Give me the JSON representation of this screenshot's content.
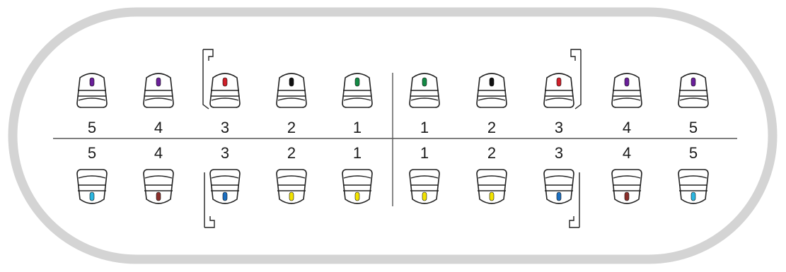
{
  "colors": {
    "frame": "#d4d4d4",
    "divider": "#555555",
    "bracket_stroke": "#222222",
    "purple": "#6a1f9a",
    "red": "#d0202a",
    "black": "#111111",
    "green": "#138a45",
    "cyan": "#2bb6e0",
    "brown": "#8a2e2a",
    "blue": "#1c6fc0",
    "yellow": "#f2e300"
  },
  "upper_arch": {
    "right_side": [
      {
        "number": "1",
        "dot_color": "green",
        "hook": false
      },
      {
        "number": "2",
        "dot_color": "black",
        "hook": false
      },
      {
        "number": "3",
        "dot_color": "red",
        "hook": true
      },
      {
        "number": "4",
        "dot_color": "purple",
        "hook": false
      },
      {
        "number": "5",
        "dot_color": "purple",
        "hook": false
      }
    ],
    "left_side": [
      {
        "number": "1",
        "dot_color": "green",
        "hook": false
      },
      {
        "number": "2",
        "dot_color": "black",
        "hook": false
      },
      {
        "number": "3",
        "dot_color": "red",
        "hook": true
      },
      {
        "number": "4",
        "dot_color": "purple",
        "hook": false
      },
      {
        "number": "5",
        "dot_color": "purple",
        "hook": false
      }
    ]
  },
  "lower_arch": {
    "right_side": [
      {
        "number": "1",
        "dot_color": "yellow",
        "hook": false
      },
      {
        "number": "2",
        "dot_color": "yellow",
        "hook": false
      },
      {
        "number": "3",
        "dot_color": "blue",
        "hook": true
      },
      {
        "number": "4",
        "dot_color": "brown",
        "hook": false
      },
      {
        "number": "5",
        "dot_color": "cyan",
        "hook": false
      }
    ],
    "left_side": [
      {
        "number": "1",
        "dot_color": "yellow",
        "hook": false
      },
      {
        "number": "2",
        "dot_color": "yellow",
        "hook": false
      },
      {
        "number": "3",
        "dot_color": "blue",
        "hook": true
      },
      {
        "number": "4",
        "dot_color": "brown",
        "hook": false
      },
      {
        "number": "5",
        "dot_color": "cyan",
        "hook": false
      }
    ]
  }
}
